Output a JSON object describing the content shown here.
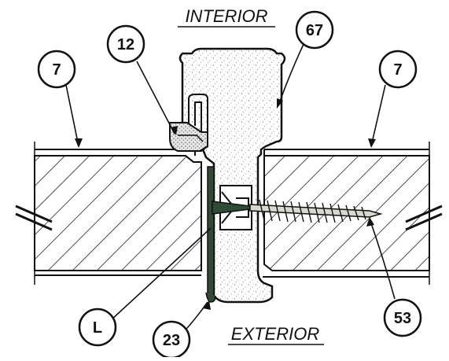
{
  "labels": {
    "interior": "INTERIOR",
    "exterior": "EXTERIOR",
    "callout_7_left": "7",
    "callout_7_right": "7",
    "callout_12": "12",
    "callout_67": "67",
    "callout_L": "L",
    "callout_23": "23",
    "callout_53": "53"
  },
  "colors": {
    "ink": "#111111",
    "seal_green": "#2f4a35",
    "hatch": "#222222",
    "stipple": "#888888"
  }
}
